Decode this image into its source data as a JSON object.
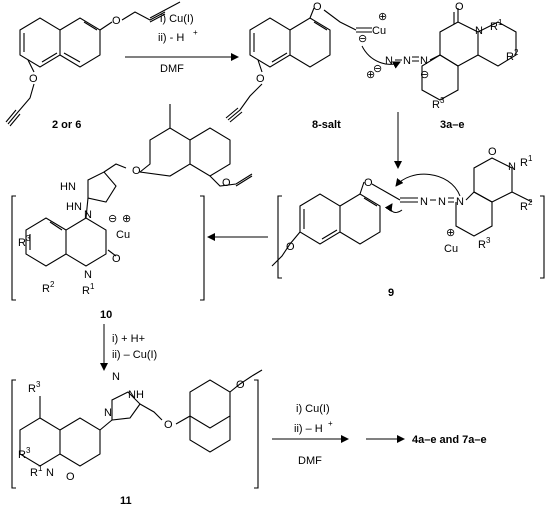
{
  "compounds": {
    "start": "2 or 6",
    "salt": "8-salt",
    "azide": "3a–e",
    "intermediate_9": "9",
    "intermediate_10": "10",
    "intermediate_11": "11",
    "products": "4a–e and 7a–e"
  },
  "conditions": {
    "step1": [
      "i) Cu(I)",
      "ii) - H",
      "DMF"
    ],
    "step1_superscript": "+",
    "step2": [
      "i) + H+",
      "ii) – Cu(I)"
    ],
    "step3": [
      "i) Cu(I)",
      "ii) – H",
      "DMF"
    ],
    "step3_superscript": "+"
  },
  "atoms": {
    "O": "O",
    "N": "N",
    "NH": "NH",
    "HN": "HN",
    "N_H": "N",
    "Cu": "Cu",
    "Cu_plus": "⊕",
    "Cu_minus": "⊖",
    "R1": "R",
    "R1_sup": "1",
    "R2": "R",
    "R2_sup": "2",
    "R3": "R",
    "R3_sup": "3",
    "plus": "⊕",
    "minus": "⊖",
    "H": "H"
  }
}
